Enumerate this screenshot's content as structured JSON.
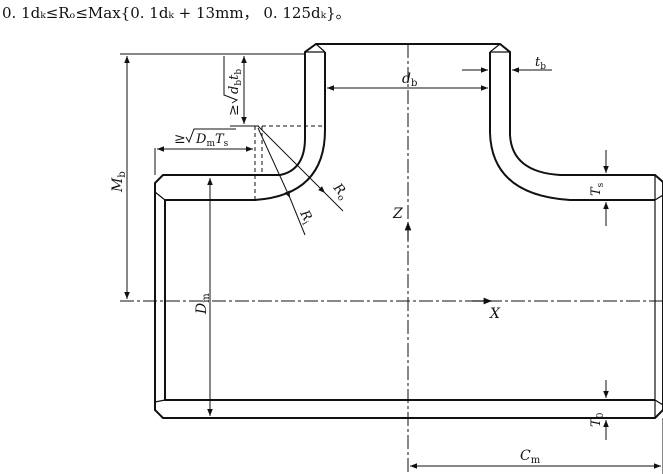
{
  "formula": "0. 1dₖ≤Rₒ≤Max{0. 1dₖ + 13mm， 0. 125dₖ}。",
  "labels": {
    "db": "d",
    "db_sub": "b",
    "tb": "t",
    "tb_sub": "b",
    "Mb": "M",
    "Mb_sub": "b",
    "Dm": "D",
    "Dm_sub": "m",
    "Ts": "T",
    "Ts_sub": "s",
    "T0": "T",
    "T0_sub": "0",
    "Cm": "C",
    "Cm_sub": "m",
    "Z": "Z",
    "X": "X",
    "Ro": "R",
    "Ro_sub": "o",
    "Ri": "R",
    "Ri_sub": "i",
    "geq1": "≥",
    "geq2": "≥",
    "sqrt1_a": "d",
    "sqrt1_a_sub": "b",
    "sqrt1_b": "t",
    "sqrt1_b_sub": "b",
    "sqrt2_a": "D",
    "sqrt2_a_sub": "m",
    "sqrt2_b": "T",
    "sqrt2_b_sub": "s"
  }
}
